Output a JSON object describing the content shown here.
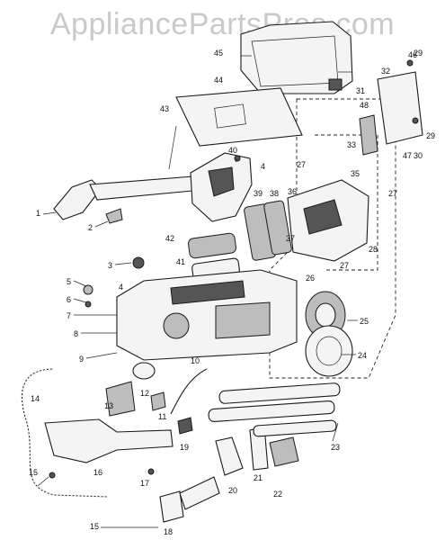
{
  "watermark": "AppliancePartsPros.com",
  "callouts": [
    "1",
    "2",
    "3",
    "4",
    "4",
    "5",
    "6",
    "7",
    "8",
    "9",
    "10",
    "11",
    "12",
    "13",
    "14",
    "15",
    "15",
    "16",
    "17",
    "18",
    "19",
    "20",
    "21",
    "22",
    "23",
    "24",
    "25",
    "26",
    "27",
    "27",
    "27",
    "28",
    "29",
    "29",
    "30",
    "31",
    "32",
    "33",
    "35",
    "36",
    "37",
    "38",
    "39",
    "40",
    "41",
    "42",
    "43",
    "44",
    "45",
    "46",
    "47",
    "48"
  ]
}
